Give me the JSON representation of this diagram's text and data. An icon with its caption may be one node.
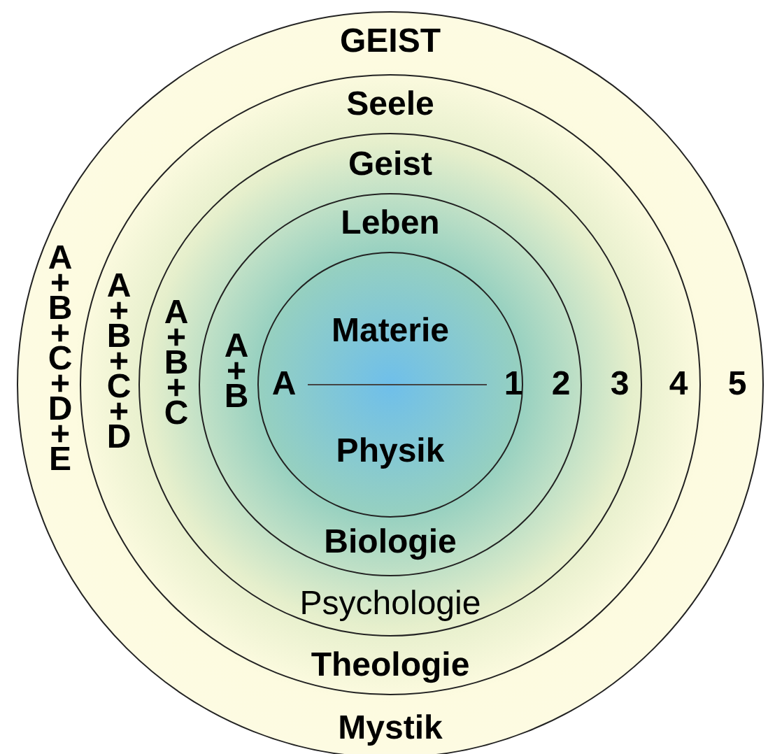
{
  "diagram": {
    "nodes": [
      {
        "text": [
          "GEIST",
          "Mystik"
        ]
      },
      {
        "text": [
          "Seele",
          "Theologie"
        ],
        "in": 0
      },
      {
        "text": [
          "Geist",
          "Psychologie"
        ],
        "in": 1
      },
      {
        "text": [
          "Leben",
          "Biologie"
        ],
        "in": 2
      },
      {
        "text": [
          "Materie",
          "Physik"
        ],
        "in": 3
      }
    ],
    "labels": [
      "A + B + C + D + E",
      "A + B + C + D",
      "A + B + C",
      "A + B",
      "A",
      "1",
      "2",
      "3",
      "4",
      "5"
    ]
  }
}
